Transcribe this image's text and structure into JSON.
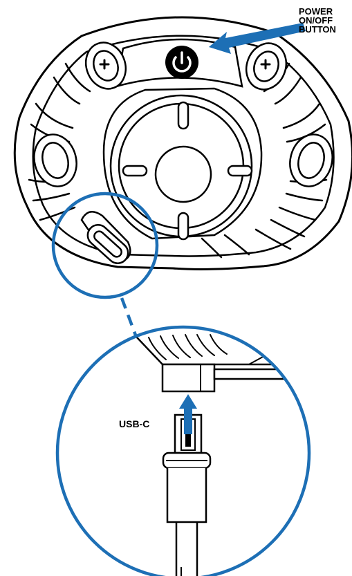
{
  "labels": {
    "power_line1": "POWER",
    "power_line2": "ON/OFF",
    "power_line3": "BUTTON",
    "usb": "USB-C"
  },
  "colors": {
    "accent_blue": "#1d6fb5",
    "line": "#000000",
    "fill": "#ffffff"
  },
  "icons": {
    "power_button": "power-icon",
    "screw": "plus-screw-icon"
  }
}
